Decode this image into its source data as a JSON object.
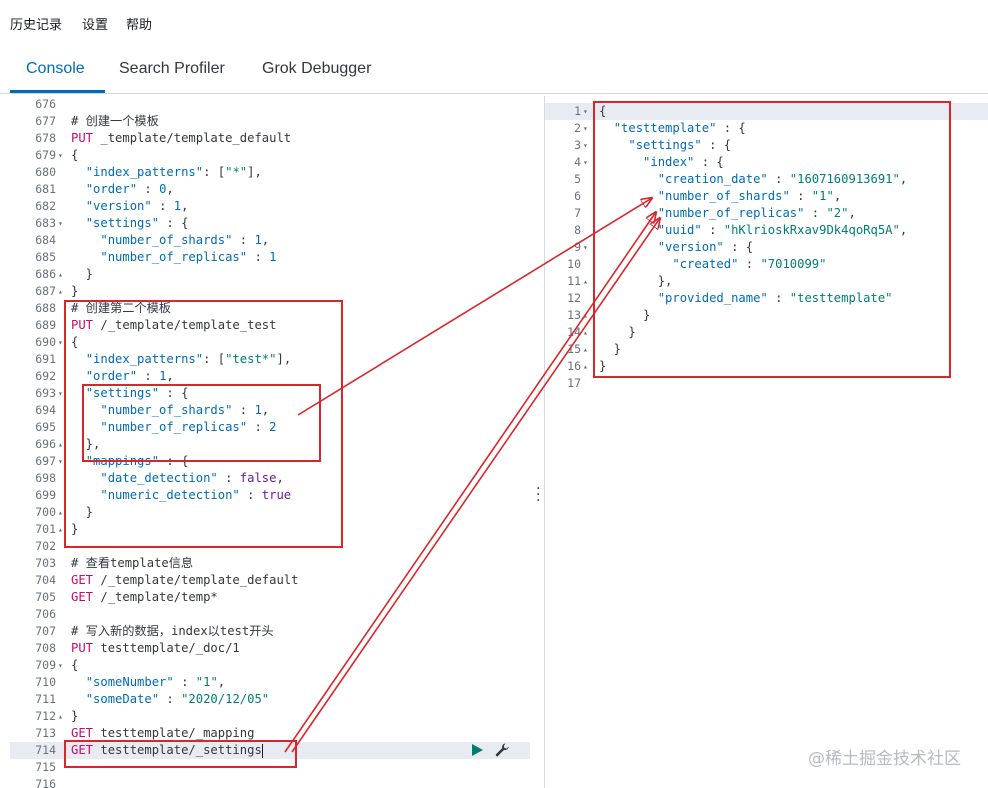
{
  "menu": {
    "history": "历史记录",
    "settings": "设置",
    "help": "帮助"
  },
  "tabs": [
    "Console",
    "Search Profiler",
    "Grok Debugger"
  ],
  "active_tab": "Console",
  "editor": {
    "lines": [
      {
        "n": "676",
        "code": []
      },
      {
        "n": "677",
        "code": [
          [
            "c-comment",
            "# 创建一个模板"
          ]
        ]
      },
      {
        "n": "678",
        "code": [
          [
            "c-method",
            "PUT"
          ],
          [
            "c-url",
            " _template/template_default"
          ]
        ]
      },
      {
        "n": "679",
        "fold": "▾",
        "code": [
          [
            "c-punc",
            "{"
          ]
        ]
      },
      {
        "n": "680",
        "code": [
          [
            "c-punc",
            "  "
          ],
          [
            "c-key",
            "\"index_patterns\""
          ],
          [
            "c-punc",
            ": ["
          ],
          [
            "c-str",
            "\"*\""
          ],
          [
            "c-punc",
            "],"
          ]
        ]
      },
      {
        "n": "681",
        "code": [
          [
            "c-punc",
            "  "
          ],
          [
            "c-key",
            "\"order\""
          ],
          [
            "c-punc",
            " : "
          ],
          [
            "c-num",
            "0"
          ],
          [
            "c-punc",
            ","
          ]
        ]
      },
      {
        "n": "682",
        "code": [
          [
            "c-punc",
            "  "
          ],
          [
            "c-key",
            "\"version\""
          ],
          [
            "c-punc",
            " : "
          ],
          [
            "c-num",
            "1"
          ],
          [
            "c-punc",
            ","
          ]
        ]
      },
      {
        "n": "683",
        "fold": "▾",
        "code": [
          [
            "c-punc",
            "  "
          ],
          [
            "c-key",
            "\"settings\""
          ],
          [
            "c-punc",
            " : {"
          ]
        ]
      },
      {
        "n": "684",
        "code": [
          [
            "c-punc",
            "    "
          ],
          [
            "c-key",
            "\"number_of_shards\""
          ],
          [
            "c-punc",
            " : "
          ],
          [
            "c-num",
            "1"
          ],
          [
            "c-punc",
            ","
          ]
        ]
      },
      {
        "n": "685",
        "code": [
          [
            "c-punc",
            "    "
          ],
          [
            "c-key",
            "\"number_of_replicas\""
          ],
          [
            "c-punc",
            " : "
          ],
          [
            "c-num",
            "1"
          ]
        ]
      },
      {
        "n": "686",
        "fold": "▴",
        "code": [
          [
            "c-punc",
            "  }"
          ]
        ]
      },
      {
        "n": "687",
        "fold": "▴",
        "code": [
          [
            "c-punc",
            "}"
          ]
        ]
      },
      {
        "n": "688",
        "code": [
          [
            "c-comment",
            "# 创建第二个模板"
          ]
        ]
      },
      {
        "n": "689",
        "code": [
          [
            "c-method",
            "PUT"
          ],
          [
            "c-url",
            " /_template/template_test"
          ]
        ]
      },
      {
        "n": "690",
        "fold": "▾",
        "code": [
          [
            "c-punc",
            "{"
          ]
        ]
      },
      {
        "n": "691",
        "code": [
          [
            "c-punc",
            "  "
          ],
          [
            "c-key",
            "\"index_patterns\""
          ],
          [
            "c-punc",
            ": ["
          ],
          [
            "c-str",
            "\"test*\""
          ],
          [
            "c-punc",
            "],"
          ]
        ]
      },
      {
        "n": "692",
        "code": [
          [
            "c-punc",
            "  "
          ],
          [
            "c-key",
            "\"order\""
          ],
          [
            "c-punc",
            " : "
          ],
          [
            "c-num",
            "1"
          ],
          [
            "c-punc",
            ","
          ]
        ]
      },
      {
        "n": "693",
        "fold": "▾",
        "code": [
          [
            "c-punc",
            "  "
          ],
          [
            "c-key",
            "\"settings\""
          ],
          [
            "c-punc",
            " : {"
          ]
        ]
      },
      {
        "n": "694",
        "code": [
          [
            "c-punc",
            "    "
          ],
          [
            "c-key",
            "\"number_of_shards\""
          ],
          [
            "c-punc",
            " : "
          ],
          [
            "c-num",
            "1"
          ],
          [
            "c-punc",
            ","
          ]
        ]
      },
      {
        "n": "695",
        "code": [
          [
            "c-punc",
            "    "
          ],
          [
            "c-key",
            "\"number_of_replicas\""
          ],
          [
            "c-punc",
            " : "
          ],
          [
            "c-num",
            "2"
          ]
        ]
      },
      {
        "n": "696",
        "fold": "▴",
        "code": [
          [
            "c-punc",
            "  },"
          ]
        ]
      },
      {
        "n": "697",
        "fold": "▾",
        "code": [
          [
            "c-punc",
            "  "
          ],
          [
            "c-key",
            "\"mappings\""
          ],
          [
            "c-punc",
            " : {"
          ]
        ]
      },
      {
        "n": "698",
        "code": [
          [
            "c-punc",
            "    "
          ],
          [
            "c-key",
            "\"date_detection\""
          ],
          [
            "c-punc",
            " : "
          ],
          [
            "c-bool",
            "false"
          ],
          [
            "c-punc",
            ","
          ]
        ]
      },
      {
        "n": "699",
        "code": [
          [
            "c-punc",
            "    "
          ],
          [
            "c-key",
            "\"numeric_detection\""
          ],
          [
            "c-punc",
            " : "
          ],
          [
            "c-bool",
            "true"
          ]
        ]
      },
      {
        "n": "700",
        "fold": "▴",
        "code": [
          [
            "c-punc",
            "  }"
          ]
        ]
      },
      {
        "n": "701",
        "fold": "▴",
        "code": [
          [
            "c-punc",
            "}"
          ]
        ]
      },
      {
        "n": "702",
        "code": []
      },
      {
        "n": "703",
        "code": [
          [
            "c-comment",
            "# 查看template信息"
          ]
        ]
      },
      {
        "n": "704",
        "code": [
          [
            "c-method",
            "GET"
          ],
          [
            "c-url",
            " /_template/template_default"
          ]
        ]
      },
      {
        "n": "705",
        "code": [
          [
            "c-method",
            "GET"
          ],
          [
            "c-url",
            " /_template/temp*"
          ]
        ]
      },
      {
        "n": "706",
        "code": []
      },
      {
        "n": "707",
        "code": [
          [
            "c-comment",
            "# 写入新的数据，index以test开头"
          ]
        ]
      },
      {
        "n": "708",
        "code": [
          [
            "c-method",
            "PUT"
          ],
          [
            "c-url",
            " testtemplate/_doc/1"
          ]
        ]
      },
      {
        "n": "709",
        "fold": "▾",
        "code": [
          [
            "c-punc",
            "{"
          ]
        ]
      },
      {
        "n": "710",
        "code": [
          [
            "c-punc",
            "  "
          ],
          [
            "c-key",
            "\"someNumber\""
          ],
          [
            "c-punc",
            " : "
          ],
          [
            "c-str",
            "\"1\""
          ],
          [
            "c-punc",
            ","
          ]
        ]
      },
      {
        "n": "711",
        "code": [
          [
            "c-punc",
            "  "
          ],
          [
            "c-key",
            "\"someDate\""
          ],
          [
            "c-punc",
            " : "
          ],
          [
            "c-str",
            "\"2020/12/05\""
          ]
        ]
      },
      {
        "n": "712",
        "fold": "▴",
        "code": [
          [
            "c-punc",
            "}"
          ]
        ]
      },
      {
        "n": "713",
        "code": [
          [
            "c-method",
            "GET"
          ],
          [
            "c-url",
            " testtemplate/_mapping"
          ]
        ]
      },
      {
        "n": "714",
        "active": true,
        "code": [
          [
            "c-method",
            "GET"
          ],
          [
            "c-url",
            " testtemplate/_settings"
          ]
        ]
      },
      {
        "n": "715",
        "code": []
      },
      {
        "n": "716",
        "code": []
      }
    ]
  },
  "output": {
    "lines": [
      {
        "n": "1",
        "fold": "▾",
        "active": true,
        "code": [
          [
            "c-punc",
            "{"
          ]
        ]
      },
      {
        "n": "2",
        "fold": "▾",
        "code": [
          [
            "c-punc",
            "  "
          ],
          [
            "c-key",
            "\"testtemplate\""
          ],
          [
            "c-punc",
            " : {"
          ]
        ]
      },
      {
        "n": "3",
        "fold": "▾",
        "code": [
          [
            "c-punc",
            "    "
          ],
          [
            "c-key",
            "\"settings\""
          ],
          [
            "c-punc",
            " : {"
          ]
        ]
      },
      {
        "n": "4",
        "fold": "▾",
        "code": [
          [
            "c-punc",
            "      "
          ],
          [
            "c-key",
            "\"index\""
          ],
          [
            "c-punc",
            " : {"
          ]
        ]
      },
      {
        "n": "5",
        "code": [
          [
            "c-punc",
            "        "
          ],
          [
            "c-key",
            "\"creation_date\""
          ],
          [
            "c-punc",
            " : "
          ],
          [
            "c-str",
            "\"1607160913691\""
          ],
          [
            "c-punc",
            ","
          ]
        ]
      },
      {
        "n": "6",
        "code": [
          [
            "c-punc",
            "        "
          ],
          [
            "c-key",
            "\"number_of_shards\""
          ],
          [
            "c-punc",
            " : "
          ],
          [
            "c-str",
            "\"1\""
          ],
          [
            "c-punc",
            ","
          ]
        ]
      },
      {
        "n": "7",
        "code": [
          [
            "c-punc",
            "        "
          ],
          [
            "c-key",
            "\"number_of_replicas\""
          ],
          [
            "c-punc",
            " : "
          ],
          [
            "c-str",
            "\"2\""
          ],
          [
            "c-punc",
            ","
          ]
        ]
      },
      {
        "n": "8",
        "code": [
          [
            "c-punc",
            "        "
          ],
          [
            "c-key",
            "\"uuid\""
          ],
          [
            "c-punc",
            " : "
          ],
          [
            "c-str",
            "\"hKlrioskRxav9Dk4qoRq5A\""
          ],
          [
            "c-punc",
            ","
          ]
        ]
      },
      {
        "n": "9",
        "fold": "▾",
        "code": [
          [
            "c-punc",
            "        "
          ],
          [
            "c-key",
            "\"version\""
          ],
          [
            "c-punc",
            " : {"
          ]
        ]
      },
      {
        "n": "10",
        "code": [
          [
            "c-punc",
            "          "
          ],
          [
            "c-key",
            "\"created\""
          ],
          [
            "c-punc",
            " : "
          ],
          [
            "c-str",
            "\"7010099\""
          ]
        ]
      },
      {
        "n": "11",
        "fold": "▴",
        "code": [
          [
            "c-punc",
            "        },"
          ]
        ]
      },
      {
        "n": "12",
        "code": [
          [
            "c-punc",
            "        "
          ],
          [
            "c-key",
            "\"provided_name\""
          ],
          [
            "c-punc",
            " : "
          ],
          [
            "c-str",
            "\"testtemplate\""
          ]
        ]
      },
      {
        "n": "13",
        "fold": "▴",
        "code": [
          [
            "c-punc",
            "      }"
          ]
        ]
      },
      {
        "n": "14",
        "fold": "▴",
        "code": [
          [
            "c-punc",
            "    }"
          ]
        ]
      },
      {
        "n": "15",
        "fold": "▴",
        "code": [
          [
            "c-punc",
            "  }"
          ]
        ]
      },
      {
        "n": "16",
        "fold": "▴",
        "code": [
          [
            "c-punc",
            "}"
          ]
        ]
      },
      {
        "n": "17",
        "code": []
      }
    ]
  },
  "watermark": "@稀土掘金技术社区",
  "colors": {
    "annotation": "#d9262c",
    "accent": "#006bb8"
  }
}
